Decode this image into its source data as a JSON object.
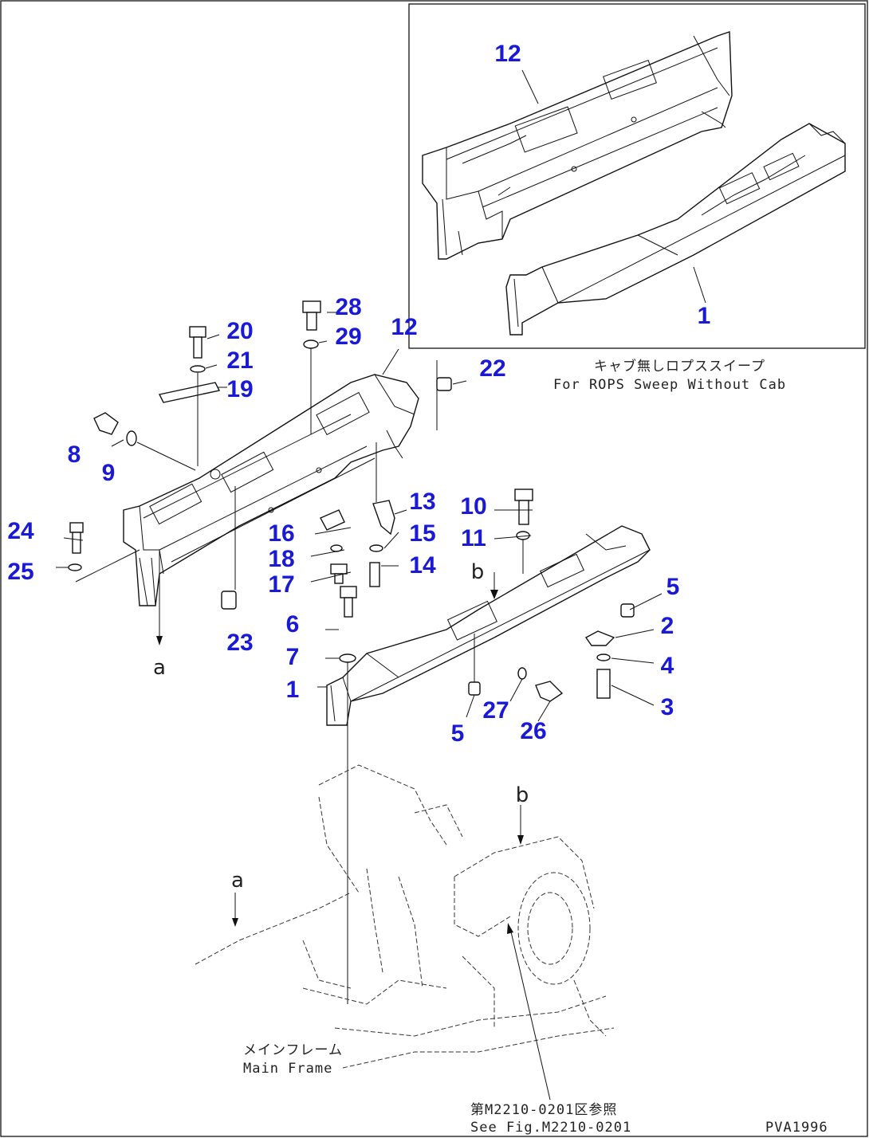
{
  "callouts": [
    {
      "id": "c12a",
      "label": "12"
    },
    {
      "id": "c1a",
      "label": "1"
    },
    {
      "id": "c28",
      "label": "28"
    },
    {
      "id": "c29",
      "label": "29"
    },
    {
      "id": "c20",
      "label": "20"
    },
    {
      "id": "c21",
      "label": "21"
    },
    {
      "id": "c12b",
      "label": "12"
    },
    {
      "id": "c22",
      "label": "22"
    },
    {
      "id": "c19",
      "label": "19"
    },
    {
      "id": "c8",
      "label": "8"
    },
    {
      "id": "c9",
      "label": "9"
    },
    {
      "id": "c13",
      "label": "13"
    },
    {
      "id": "c10",
      "label": "10"
    },
    {
      "id": "c24",
      "label": "24"
    },
    {
      "id": "c16",
      "label": "16"
    },
    {
      "id": "c15",
      "label": "15"
    },
    {
      "id": "c11",
      "label": "11"
    },
    {
      "id": "c25",
      "label": "25"
    },
    {
      "id": "c18",
      "label": "18"
    },
    {
      "id": "c14",
      "label": "14"
    },
    {
      "id": "c17",
      "label": "17"
    },
    {
      "id": "c5a",
      "label": "5"
    },
    {
      "id": "c2",
      "label": "2"
    },
    {
      "id": "c6",
      "label": "6"
    },
    {
      "id": "c23",
      "label": "23"
    },
    {
      "id": "c7",
      "label": "7"
    },
    {
      "id": "c4",
      "label": "4"
    },
    {
      "id": "c1b",
      "label": "1"
    },
    {
      "id": "c3",
      "label": "3"
    },
    {
      "id": "c27",
      "label": "27"
    },
    {
      "id": "c5b",
      "label": "5"
    },
    {
      "id": "c26",
      "label": "26"
    }
  ],
  "refs": {
    "a_top": "a",
    "b_top": "b",
    "b_bottom": "b",
    "a_bottom": "a"
  },
  "notes": {
    "inset_jp": "キャブ無しロプススイープ",
    "inset_en": "For ROPS Sweep Without Cab",
    "mainframe_jp": "メインフレーム",
    "mainframe_en": "Main Frame",
    "see_jp": "第M2210-0201区参照",
    "see_en": "See Fig.M2210-0201",
    "drawing_code": "PVA1996"
  }
}
